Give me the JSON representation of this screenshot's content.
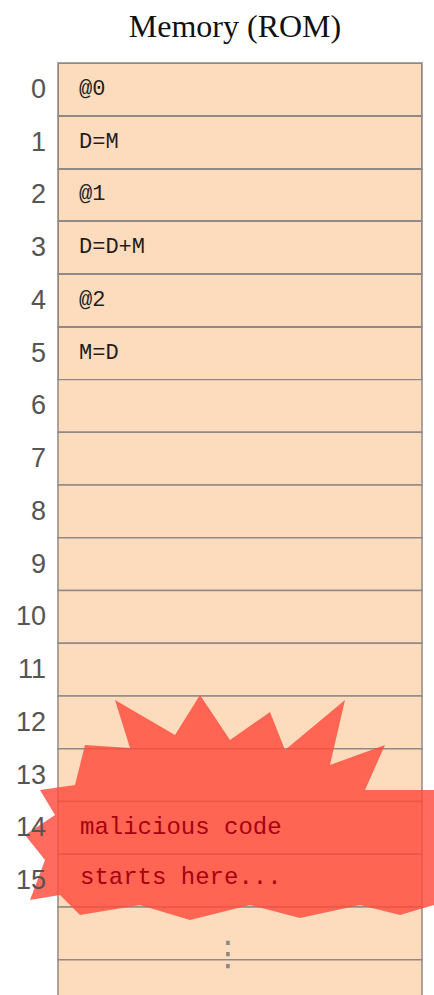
{
  "diagram": {
    "title": "Memory (ROM)",
    "nodes": [
      {
        "text": [
          "@0"
        ]
      },
      {
        "text": [
          "D=M"
        ]
      },
      {
        "text": [
          "@1"
        ]
      },
      {
        "text": [
          "D=D+M"
        ]
      },
      {
        "text": [
          "@2"
        ]
      },
      {
        "text": [
          "M=D"
        ]
      },
      {
        "text": [
          "malicious code starts here..."
        ]
      }
    ],
    "labels": [
      "0",
      "1",
      "2",
      "3",
      "4",
      "5",
      "6",
      "7",
      "8",
      "9",
      "10",
      "11",
      "12",
      "13",
      "14",
      "15",
      "⋮"
    ]
  }
}
